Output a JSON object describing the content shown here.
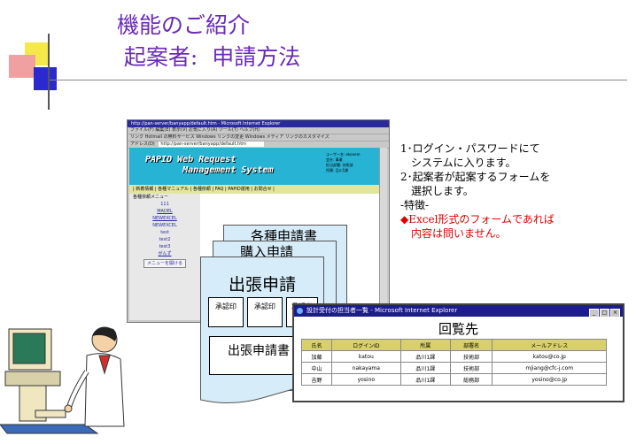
{
  "slide": {
    "title_line1": "機能のご紹介",
    "title_line2": "  起案者:  申請方法"
  },
  "browser": {
    "titlebar": "http://pan-server/banyapp/default.htm - Microsoft Internet Explorer",
    "menubar": "ファイル(F)  編集(E)  表示(V)  お気に入り(A)  ツール(T)  ヘルプ(H)",
    "toolbar": "リンク  Hotmail の無料サービス  Windows  リンクの変更  Windows メディア  リンクのカスタマイズ",
    "address_label": "アドレス(D)",
    "address": "http://pan-server/banyapp/default.htm",
    "logo": "PAPID Web Request\n       Management System",
    "info": "ユーザー名: ekonem\n会社: 事業\n担当部署: 技術部\n所属: 品川1課",
    "nav": "| 新着情報 | 各種マニュアル | 各種依頼 | FAQ | PAPID運用 | お問合せ |",
    "menu_header": "各種依頼メニュー",
    "menu_items": [
      "111",
      "MADEL",
      "NEWEXCEL",
      "NEWEXCEL",
      "test",
      "test2",
      "test3",
      "がんず",
      "メニューを開ける"
    ]
  },
  "forms": {
    "back_title": "各種申請書",
    "mid_title": "購入申請",
    "front_title": "出張申請",
    "stamp_label": "承認印",
    "sub_title": "出張申請書"
  },
  "list_window": {
    "title": "設計受付の担当者一覧 - Microsoft Internet Explorer",
    "heading": "回覧先",
    "columns": [
      "氏名",
      "ログインID",
      "所属",
      "部署名",
      "メールアドレス"
    ],
    "rows": [
      [
        "加藤",
        "katou",
        "品川1課",
        "技術部",
        "katou@co.jp"
      ],
      [
        "中山",
        "nakayama",
        "品川1課",
        "技術部",
        "mjiang@cfc-j.com"
      ],
      [
        "吉野",
        "yosino",
        "品川1課",
        "総務部",
        "yosino@co.jp"
      ]
    ]
  },
  "notes": {
    "line1": "1･ログイン・パスワードにて",
    "line2": "システムに入ります。",
    "line3": "2･起案者が起案するフォームを",
    "line4": "選択します。",
    "line5": "-特徴-",
    "line6": "◆Excel形式のフォームであれば",
    "line7": "内容は問いません。"
  },
  "colors": {
    "title": "#6a2bb8",
    "note_highlight": "#e00000",
    "banner": "#27b3d4",
    "form_fill": "#d6ecf8",
    "table_header": "#d8d070"
  }
}
